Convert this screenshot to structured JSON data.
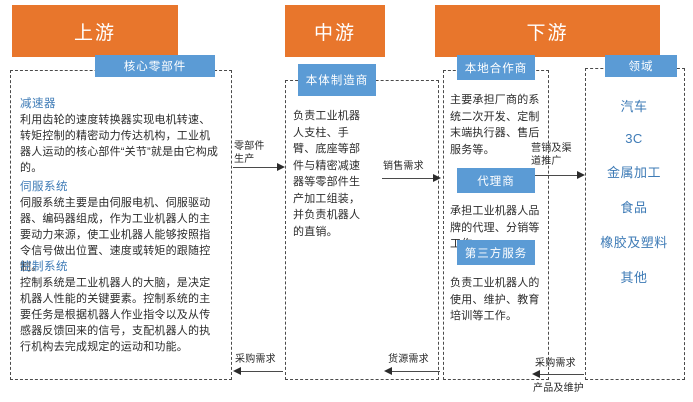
{
  "bands": {
    "upstream": "上游",
    "midstream": "中游",
    "downstream": "下游"
  },
  "labels": {
    "core_parts": "核心零部件",
    "body_maker": "本体制造商",
    "local_partner": "本地合作商",
    "agent": "代理商",
    "third_party": "第三方服务",
    "field": "领域"
  },
  "upstream": {
    "sections": [
      {
        "title": "减速器",
        "body": "利用齿轮的速度转换器实现电机转速、转矩控制的精密动力传达机构，工业机器人运动的核心部件“关节”就是由它构成的。"
      },
      {
        "title": "伺服系统",
        "body": "伺服系统主要是由伺服电机、伺服驱动器、编码器组成，作为工业机器人的主要动力来源，使工业机器人能够按照指令信号做出位置、速度或转矩的跟随控制。"
      },
      {
        "title": "控制系统",
        "body": "控制系统是工业机器人的大脑，是决定机器人性能的关键要素。控制系统的主要任务是根据机器人作业指令以及从传感器反馈回来的信号，支配机器人的执行机构去完成规定的运动和功能。"
      }
    ]
  },
  "midstream": {
    "body": "负责工业机器人支柱、手臂、底座等部件与精密减速器等零部件生产加工组装，并负责机器人的直销。"
  },
  "downstream": {
    "local_partner_body": "主要承担厂商的系统二次开发、定制末端执行器、售后服务等。",
    "agent_body": "承担工业机器人品牌的代理、分销等工作。",
    "third_party_body": "负责工业机器人的使用、维护、教育培训等工作。"
  },
  "fields": [
    "汽车",
    "3C",
    "金属加工",
    "食品",
    "橡胶及塑料",
    "其他"
  ],
  "arrows": {
    "parts_production": "零部件\n生产",
    "procurement_demand_1": "采购需求",
    "sales_demand": "销售需求",
    "supply_demand": "货源需求",
    "marketing_channel": "营销及渠\n道推广",
    "procurement_demand_2": "采购需求",
    "products_maintenance": "产品及维护"
  },
  "colors": {
    "band_orange": "#E8762C",
    "label_blue": "#5B9BD5",
    "text_blue": "#3E7BB6",
    "dash_gray": "#4a4a4a"
  }
}
